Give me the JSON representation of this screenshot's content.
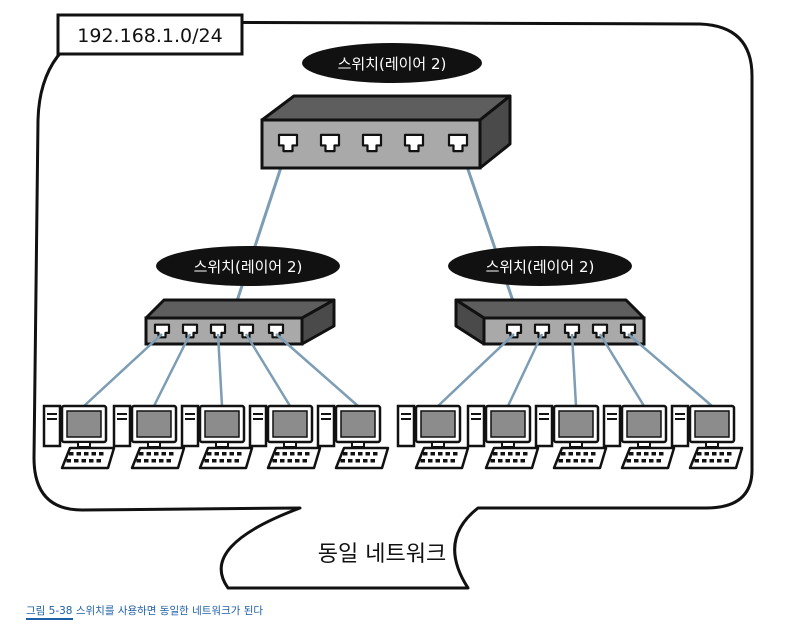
{
  "diagram": {
    "network_label": "192.168.1.0/24",
    "switch_label": "스위치(레이어 2)",
    "bubble_text": "동일 네트워크",
    "caption_number": "그림 5-38",
    "caption_text": "스위치를 사용하면 동일한 네트워크가 된다"
  },
  "colors": {
    "cable": "#7d9db5",
    "switch_top": "#5e5e5e",
    "switch_front": "#a9a9a9",
    "screen": "#8c8c8c",
    "label_bg": "#111111",
    "caption": "#1d5fa8"
  }
}
